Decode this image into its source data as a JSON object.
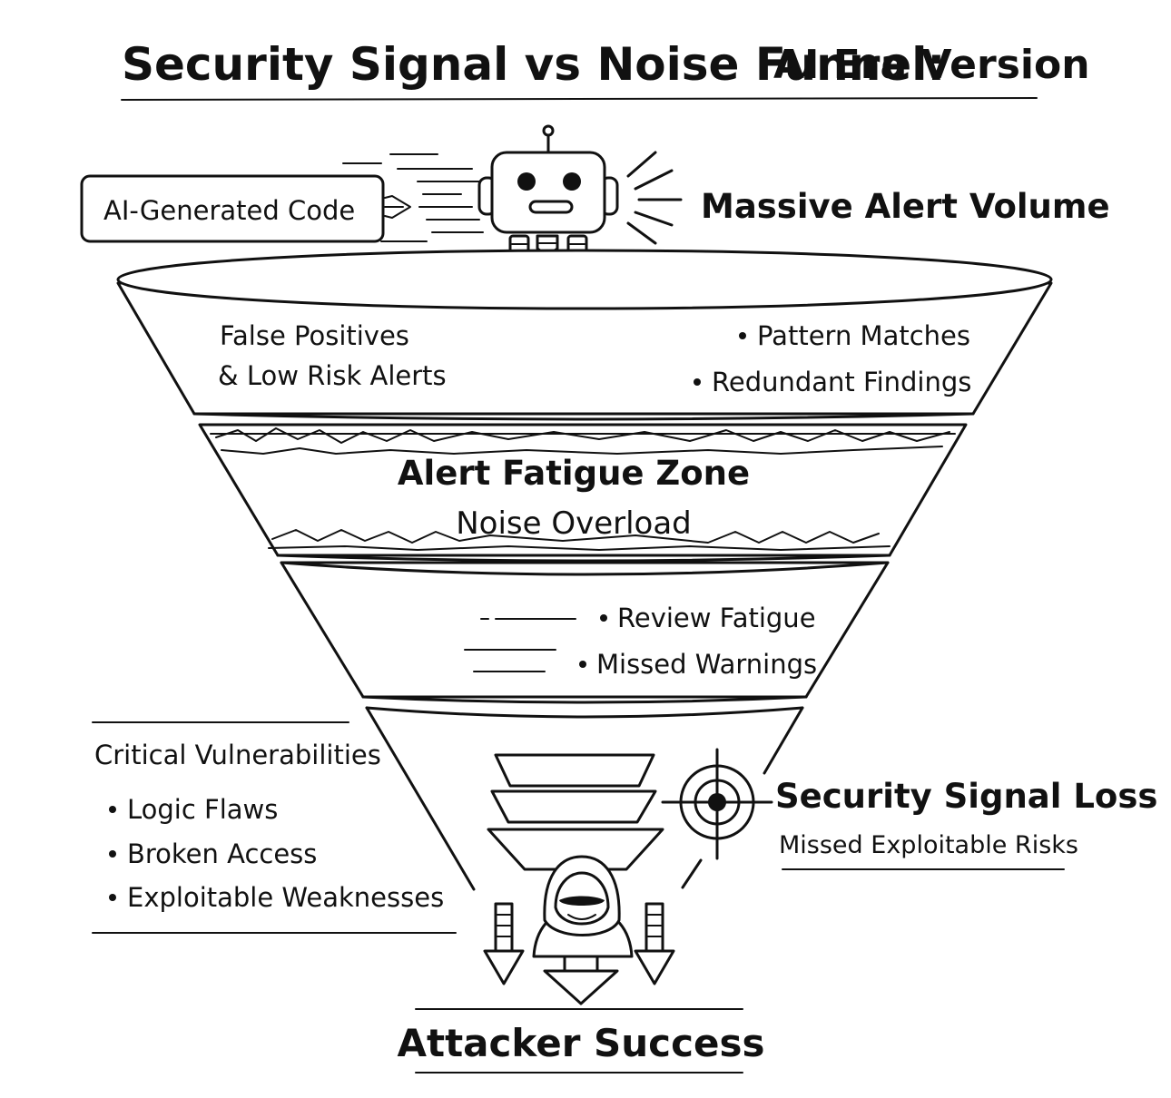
{
  "title": {
    "main": "Security Signal vs Noise Funnel:",
    "sub": "AI Era Version"
  },
  "input": {
    "box_label": "AI-Generated Code",
    "volume_label": "Massive Alert Volume"
  },
  "funnel": {
    "tier1": {
      "left_line1": "False Positives",
      "left_line2": "& Low Risk Alerts",
      "right_items": [
        "Pattern Matches",
        "Redundant Findings"
      ]
    },
    "tier2": {
      "heading": "Alert Fatigue Zone",
      "subheading": "Noise Overload"
    },
    "tier3": {
      "items": [
        "Review Fatigue",
        "Missed Warnings"
      ]
    }
  },
  "critical": {
    "heading": "Critical Vulnerabilities",
    "items": [
      "Logic Flaws",
      "Broken Access",
      "Exploitable Weaknesses"
    ]
  },
  "signal_loss": {
    "heading": "Security Signal Loss",
    "subheading": "Missed Exploitable Risks"
  },
  "outcome": {
    "label": "Attacker Success"
  },
  "icons": [
    "robot-icon",
    "speed-lines-icon",
    "arrow-right-icon",
    "burst-lines-icon",
    "target-crosshair-icon",
    "hooded-attacker-icon",
    "down-arrow-icon"
  ]
}
